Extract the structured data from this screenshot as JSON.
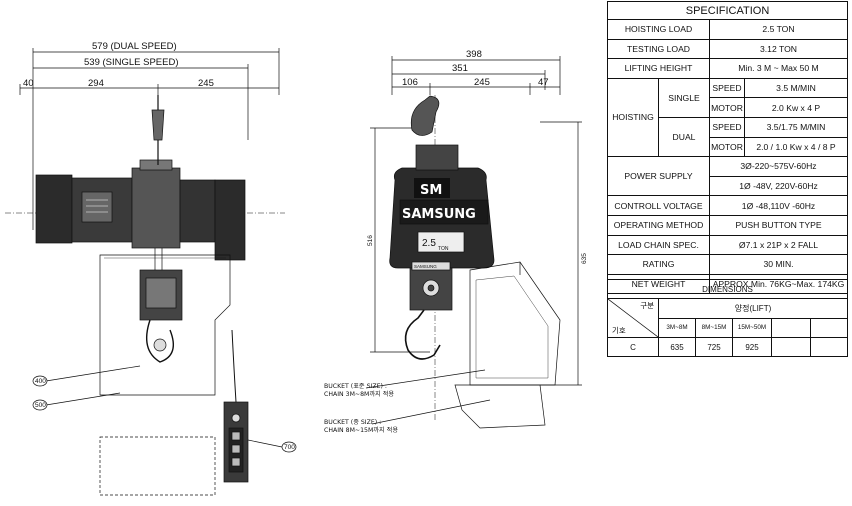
{
  "front_view": {
    "dim_dual": "579 (DUAL SPEED)",
    "dim_single": "539 (SINGLE SPEED)",
    "dim_a": "40",
    "dim_b": "294",
    "dim_c": "245",
    "callout_400": "400",
    "callout_500": "500",
    "callout_700": "700"
  },
  "side_view": {
    "dim_top": "398",
    "dim_mid": "351",
    "dim_l": "106",
    "dim_m": "245",
    "dim_r": "47",
    "dim_h_left": "516",
    "dim_h_right": "635",
    "brand_logo": "SM",
    "brand_name": "SAMSUNG",
    "plate_capacity": "2.5",
    "plate_unit": "TON",
    "hook_block_label": "SAMSUNG",
    "bucket_std_line1": "BUCKET (표준 SIZE) :",
    "bucket_std_line2": "CHAIN 3M~8M까지 적용",
    "bucket_mid_line1": "BUCKET (중 SIZE) :",
    "bucket_mid_line2": "CHAIN 8M~15M까지 적용"
  },
  "spec": {
    "title": "SPECIFICATION",
    "hoisting_load_label": "HOISTING LOAD",
    "hoisting_load_value": "2.5  TON",
    "testing_load_label": "TESTING LOAD",
    "testing_load_value": "3.12  TON",
    "lifting_height_label": "LIFTING HEIGHT",
    "lifting_height_value": "Min. 3 M ~ Max 50 M",
    "hoisting_label": "HOISTING",
    "single_label": "SINGLE",
    "dual_label": "DUAL",
    "speed_label": "SPEED",
    "motor_label": "MOTOR",
    "single_speed": "3.5  M/MIN",
    "single_motor": "2.0 Kw x 4 P",
    "dual_speed": "3.5/1.75  M/MIN",
    "dual_motor": "2.0 / 1.0 Kw x 4 / 8 P",
    "power_supply_label": "POWER SUPPLY",
    "power_supply_1": "3Ø-220~575V-60Hz",
    "power_supply_2": "1Ø -48V, 220V-60Hz",
    "control_voltage_label": "CONTROLL VOLTAGE",
    "control_voltage_value": "1Ø -48,110V -60Hz",
    "operating_method_label": "OPERATING METHOD",
    "operating_method_value": "PUSH BUTTON TYPE",
    "load_chain_label": "LOAD CHAIN SPEC.",
    "load_chain_value": "Ø7.1 x 21P x 2 FALL",
    "rating_label": "RATING",
    "rating_value": "30 MIN.",
    "net_weight_label": "NET WEIGHT",
    "net_weight_value": "APPROX  Min. 76KG~Max. 174KG"
  },
  "dimensions": {
    "title": "DIMENSIONS",
    "corner_top": "구분",
    "corner_bottom": "기호",
    "group_label": "양정(LIFT)",
    "col1": "3M~8M",
    "col2": "8M~15M",
    "col3": "15M~50M",
    "row_symbol": "C",
    "val1": "635",
    "val2": "725",
    "val3": "925"
  }
}
